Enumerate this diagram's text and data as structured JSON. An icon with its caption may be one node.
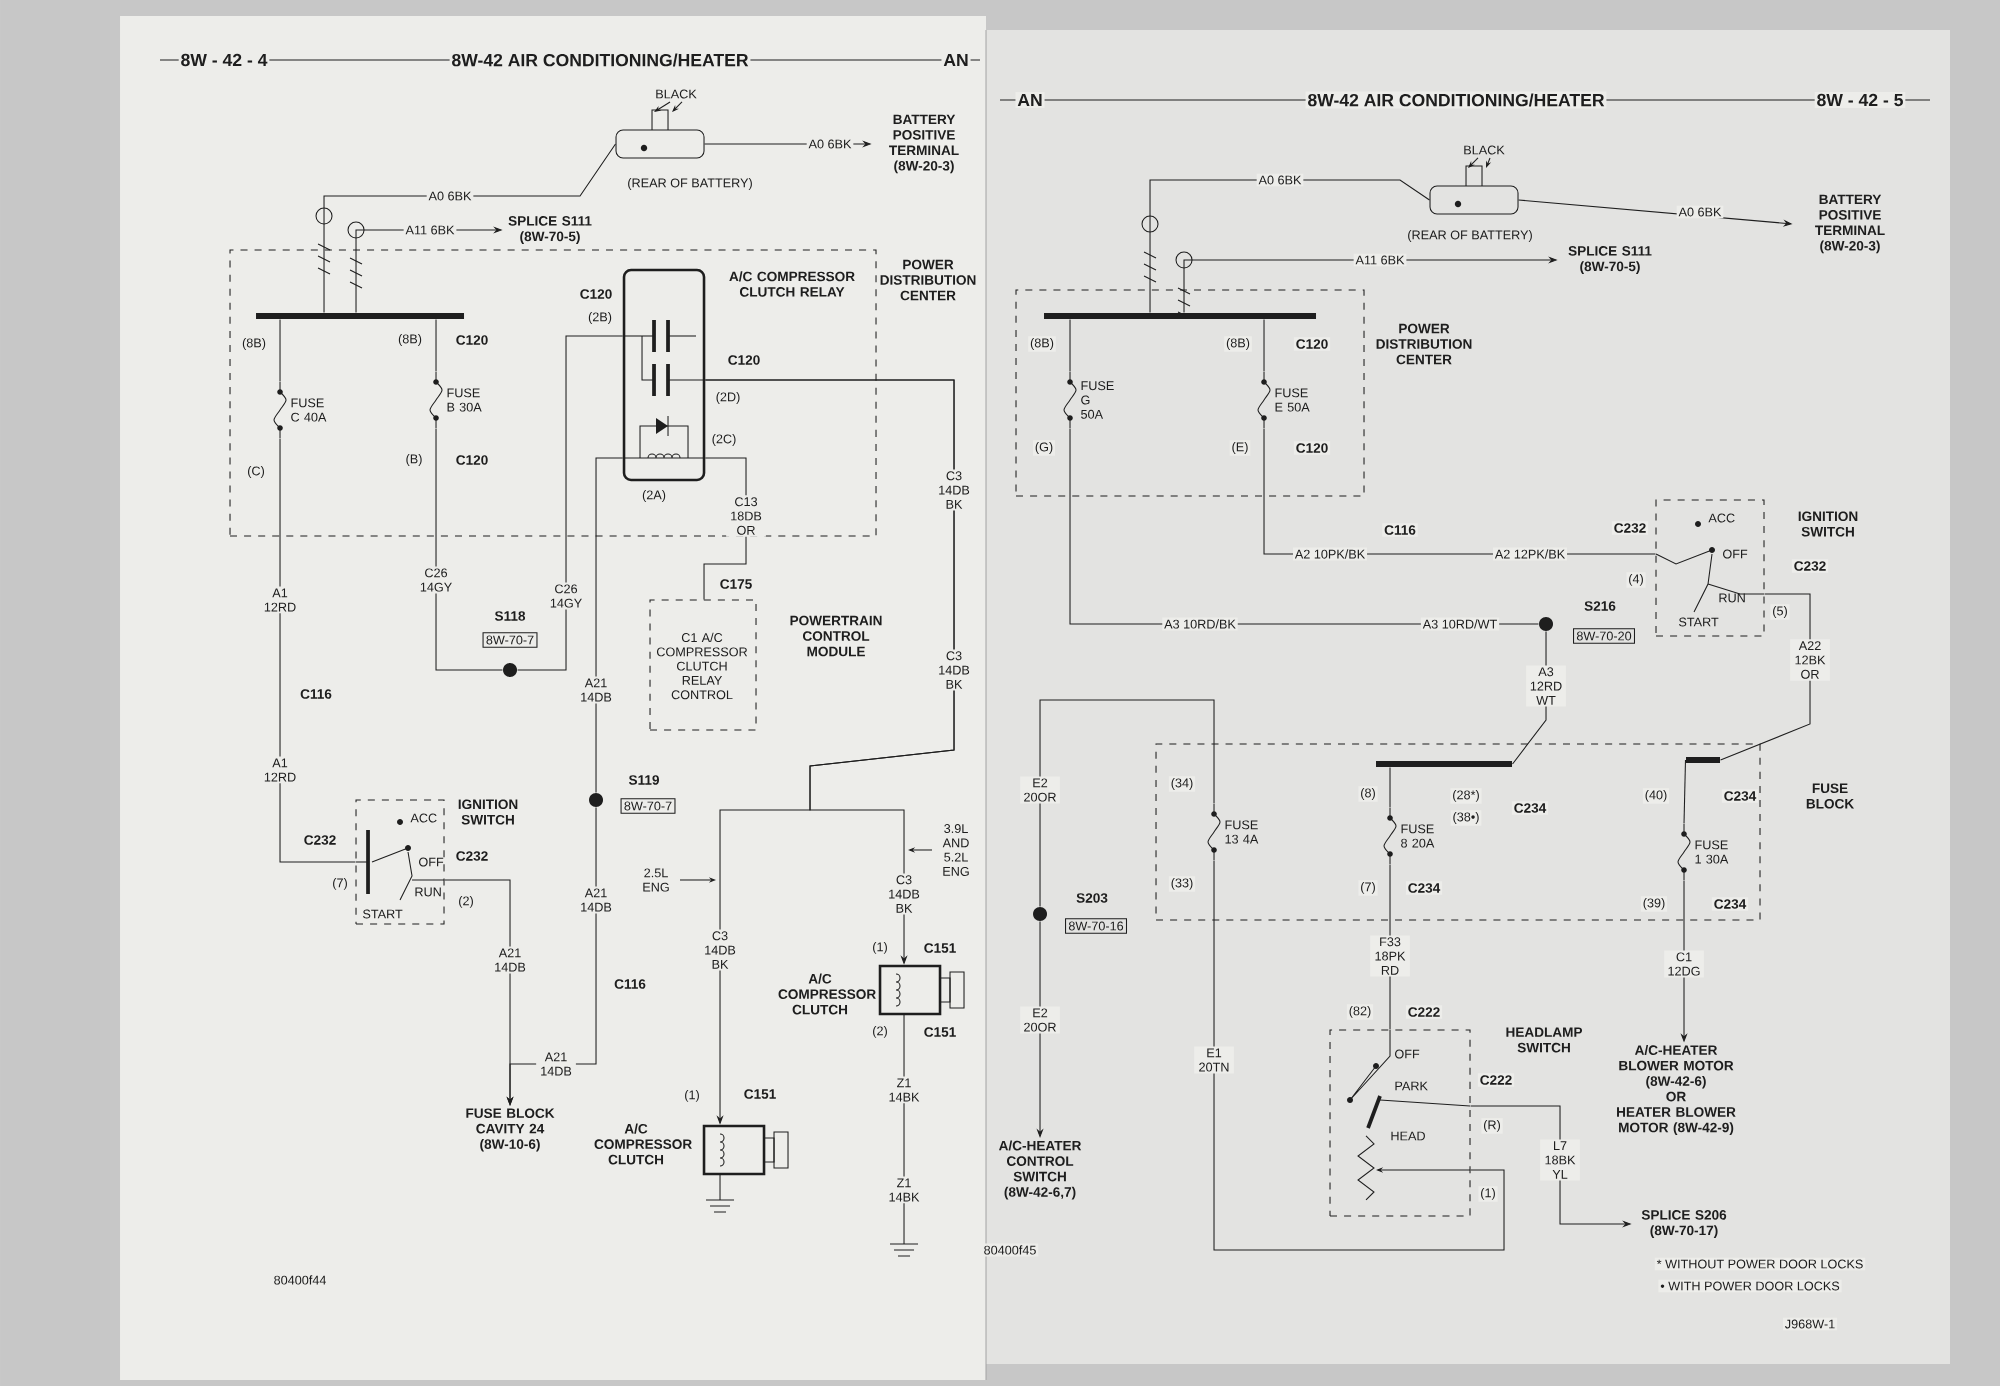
{
  "diagram": {
    "nodes": [
      {
        "text": [
          "BLACK",
          "(REAR OF BATTERY)"
        ]
      },
      {
        "text": [
          "BATTERY POSITIVE TERMINAL (8W-20-3)"
        ]
      },
      {
        "text": [
          "SPLICE S111 (8W-70-5)"
        ]
      },
      {
        "text": [
          "POWER DISTRIBUTION CENTER"
        ]
      },
      {
        "text": [
          "FUSE C 40A"
        ],
        "in": 3
      },
      {
        "text": [
          "FUSE B 30A"
        ],
        "in": 3
      },
      {
        "text": [
          "A/C COMPRESSOR CLUTCH RELAY"
        ],
        "in": 3
      },
      {
        "text": [
          "S118",
          "8W-70-7"
        ]
      },
      {
        "text": [
          "POWERTRAIN CONTROL MODULE",
          "C1 A/C COMPRESSOR CLUTCH RELAY CONTROL"
        ]
      },
      {
        "text": [
          "IGNITION SWITCH",
          "ACC",
          "OFF",
          "RUN",
          "START"
        ]
      },
      {
        "text": [
          "S119",
          "8W-70-7"
        ]
      },
      {
        "text": [
          "FUSE BLOCK CAVITY 24 (8W-10-6)"
        ]
      },
      {
        "text": [
          "A/C COMPRESSOR CLUTCH"
        ]
      },
      {
        "text": [
          "A/C COMPRESSOR CLUTCH"
        ]
      },
      {
        "text": [
          "BLACK",
          "(REAR OF BATTERY)"
        ]
      },
      {
        "text": [
          "BATTERY POSITIVE TERMINAL (8W-20-3)"
        ]
      },
      {
        "text": [
          "SPLICE S111 (8W-70-5)"
        ]
      },
      {
        "text": [
          "POWER DISTRIBUTION CENTER"
        ]
      },
      {
        "text": [
          "FUSE G 50A"
        ],
        "in": 17
      },
      {
        "text": [
          "FUSE E 50A"
        ],
        "in": 17
      },
      {
        "text": [
          "IGNITION SWITCH",
          "ACC",
          "OFF",
          "RUN",
          "START"
        ]
      },
      {
        "text": [
          "S216",
          "8W-70-20"
        ]
      },
      {
        "text": [
          "FUSE BLOCK"
        ]
      },
      {
        "text": [
          "FUSE 13 4A"
        ],
        "in": 22
      },
      {
        "text": [
          "FUSE 8 20A"
        ],
        "in": 22
      },
      {
        "text": [
          "FUSE 1 30A"
        ],
        "in": 22
      },
      {
        "text": [
          "S203",
          "8W-70-16"
        ]
      },
      {
        "text": [
          "A/C-HEATER CONTROL SWITCH (8W-42-6,7)"
        ]
      },
      {
        "text": [
          "HEADLAMP SWITCH",
          "OFF",
          "PARK",
          "HEAD"
        ]
      },
      {
        "text": [
          "SPLICE S206 (8W-70-17)"
        ]
      },
      {
        "text": [
          "A/C-HEATER BLOWER MOTOR (8W-42-6)",
          "OR",
          "HEATER BLOWER MOTOR (8W-42-9)"
        ]
      },
      {
        "text": [],
        "shape": "bar",
        "in": 3
      },
      {
        "text": [],
        "shape": "bar",
        "in": 17
      },
      {
        "text": [],
        "shape": "bar",
        "in": 22
      },
      {
        "text": [],
        "shape": "bar",
        "in": 22
      }
    ],
    "edges": [
      {
        "from": 0,
        "to": 1,
        "arrow": "to",
        "label": "A0 6BK"
      },
      {
        "from": 0,
        "to": 31,
        "arrow": "none",
        "label": "A0 6BK"
      },
      {
        "from": 31,
        "to": 2,
        "arrow": "to",
        "label": "A11 6BK"
      },
      {
        "from": 4,
        "to": 9,
        "arrow": "none",
        "label": "A1 12RD"
      },
      {
        "from": 5,
        "to": 7,
        "arrow": "none",
        "label": "C26 14GY"
      },
      {
        "from": 6,
        "to": 7,
        "arrow": "none",
        "label": "C26 14GY"
      },
      {
        "from": 6,
        "to": 8,
        "arrow": "none",
        "label": "C13 18DB OR"
      },
      {
        "from": 6,
        "to": 10,
        "arrow": "none",
        "label": "A21 14DB"
      },
      {
        "from": 10,
        "to": 11,
        "arrow": "to",
        "label": "A21 14DB"
      },
      {
        "from": 9,
        "to": 11,
        "arrow": "to",
        "label": "A21 14DB"
      },
      {
        "from": 6,
        "to": 12,
        "arrow": "to",
        "label": "C3 14DB BK"
      },
      {
        "from": 6,
        "to": 13,
        "arrow": "to",
        "label": "C3 14DB BK"
      },
      {
        "from": 14,
        "to": 15,
        "arrow": "to",
        "label": "A0 6BK"
      },
      {
        "from": 14,
        "to": 32,
        "arrow": "none",
        "label": "A0 6BK"
      },
      {
        "from": 32,
        "to": 16,
        "arrow": "to",
        "label": "A11 6BK"
      },
      {
        "from": 19,
        "to": 20,
        "arrow": "none",
        "label": "A2 10PK/BK"
      },
      {
        "from": 18,
        "to": 21,
        "arrow": "none",
        "label": "A3 10RD/BK"
      },
      {
        "from": 21,
        "to": 33,
        "arrow": "none",
        "label": "A3 12RD WT"
      },
      {
        "from": 20,
        "to": 34,
        "arrow": "none",
        "label": "A22 12BK OR"
      },
      {
        "from": 23,
        "to": 26,
        "arrow": "none",
        "label": "E2 20OR"
      },
      {
        "from": 26,
        "to": 27,
        "arrow": "to",
        "label": "E2 20OR"
      },
      {
        "from": 23,
        "to": 28,
        "arrow": "none",
        "label": "E1 20TN"
      },
      {
        "from": 24,
        "to": 28,
        "arrow": "none",
        "label": "F33 18PK RD"
      },
      {
        "from": 28,
        "to": 29,
        "arrow": "to",
        "label": "L7 18BK YL"
      },
      {
        "from": 25,
        "to": 30,
        "arrow": "to",
        "label": "C1 12DG"
      },
      {
        "from": 31,
        "to": 4,
        "arrow": "none"
      },
      {
        "from": 31,
        "to": 5,
        "arrow": "none"
      },
      {
        "from": 32,
        "to": 18,
        "arrow": "none"
      },
      {
        "from": 32,
        "to": 19,
        "arrow": "none"
      },
      {
        "from": 33,
        "to": 24,
        "arrow": "none"
      },
      {
        "from": 34,
        "to": 25,
        "arrow": "none"
      }
    ],
    "labels": [
      "8W - 42 - 4",
      "8W-42 AIR CONDITIONING/HEATER",
      "AN",
      "(8B)",
      "(8B)",
      "C120",
      "(C)",
      "(B)",
      "C120",
      "C120",
      "(2B)",
      "C120",
      "(2D)",
      "(2C)",
      "(2A)",
      "C175",
      "C116",
      "A1 12RD",
      "C232",
      "(7)",
      "C232",
      "(2)",
      "C116",
      "A21 14DB",
      "C3 14DB BK",
      "C3 14DB BK",
      "2.5L ENG",
      "3.9L AND 5.2L ENG",
      "(1)",
      "C151",
      "(1)",
      "C151",
      "(2)",
      "C151",
      "Z1 14BK",
      "Z1 14BK",
      "80400f44",
      "AN",
      "8W-42 AIR CONDITIONING/HEATER",
      "8W - 42 - 5",
      "(8B)",
      "(8B)",
      "C120",
      "(G)",
      "(E)",
      "C120",
      "C116",
      "A2 12PK/BK",
      "C232",
      "(4)",
      "C232",
      "(5)",
      "A3 10RD/WT",
      "(34)",
      "(8)",
      "(28*)",
      "(38•)",
      "C234",
      "(40)",
      "C234",
      "(33)",
      "(7)",
      "C234",
      "(39)",
      "C234",
      "(82)",
      "C222",
      "C222",
      "(R)",
      "(1)",
      "* WITHOUT POWER DOOR LOCKS",
      "• WITH POWER DOOR LOCKS",
      "80400f45",
      "J968W-1"
    ]
  }
}
